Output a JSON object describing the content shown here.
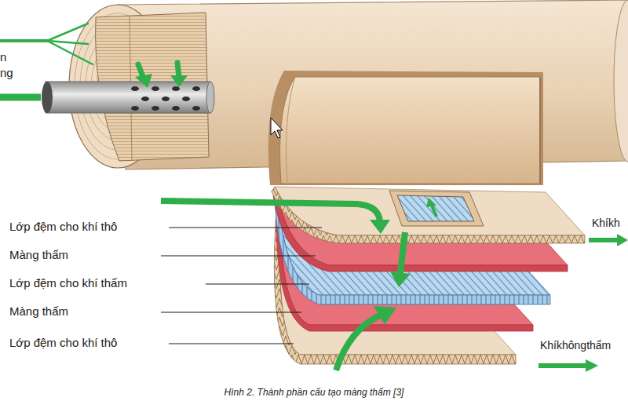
{
  "diagram": {
    "caption": "Hình 2. Thành phần cấu tạo màng thấm [3]",
    "labels": [
      "n",
      "ng",
      "Lớp đệm cho khí thô",
      "Khíkh",
      "Màng thấm",
      "Lớp đệm cho khí thấm",
      "Màng thấm",
      "Khíkhôngthấm",
      "Lớp đệm cho khí thô"
    ]
  }
}
